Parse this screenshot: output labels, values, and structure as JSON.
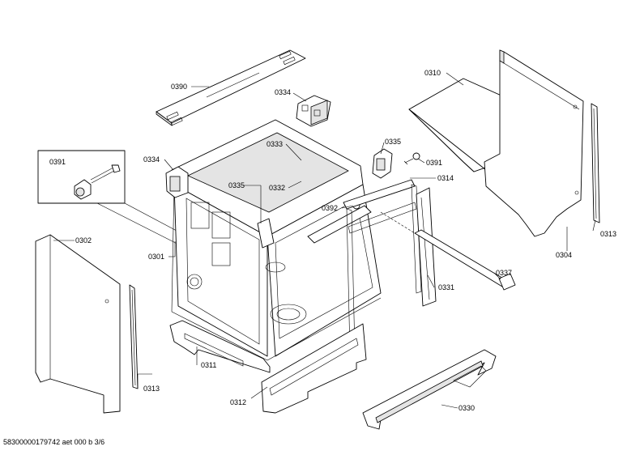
{
  "labels": {
    "l0390": "0390",
    "l0334a": "0334",
    "l0334b": "0334",
    "l0333": "0333",
    "l0332": "0332",
    "l0335a": "0335",
    "l0335b": "0335",
    "l0391a": "0391",
    "l0391b": "0391",
    "l0392": "0392",
    "l0314": "0314",
    "l0310": "0310",
    "l0313a": "0313",
    "l0313b": "0313",
    "l0304": "0304",
    "l0302": "0302",
    "l0301": "0301",
    "l0311": "0311",
    "l0312": "0312",
    "l0331": "0331",
    "l0337": "0337",
    "l0330": "0330"
  },
  "footer": "58300000179742 aet 000 b 3/6"
}
